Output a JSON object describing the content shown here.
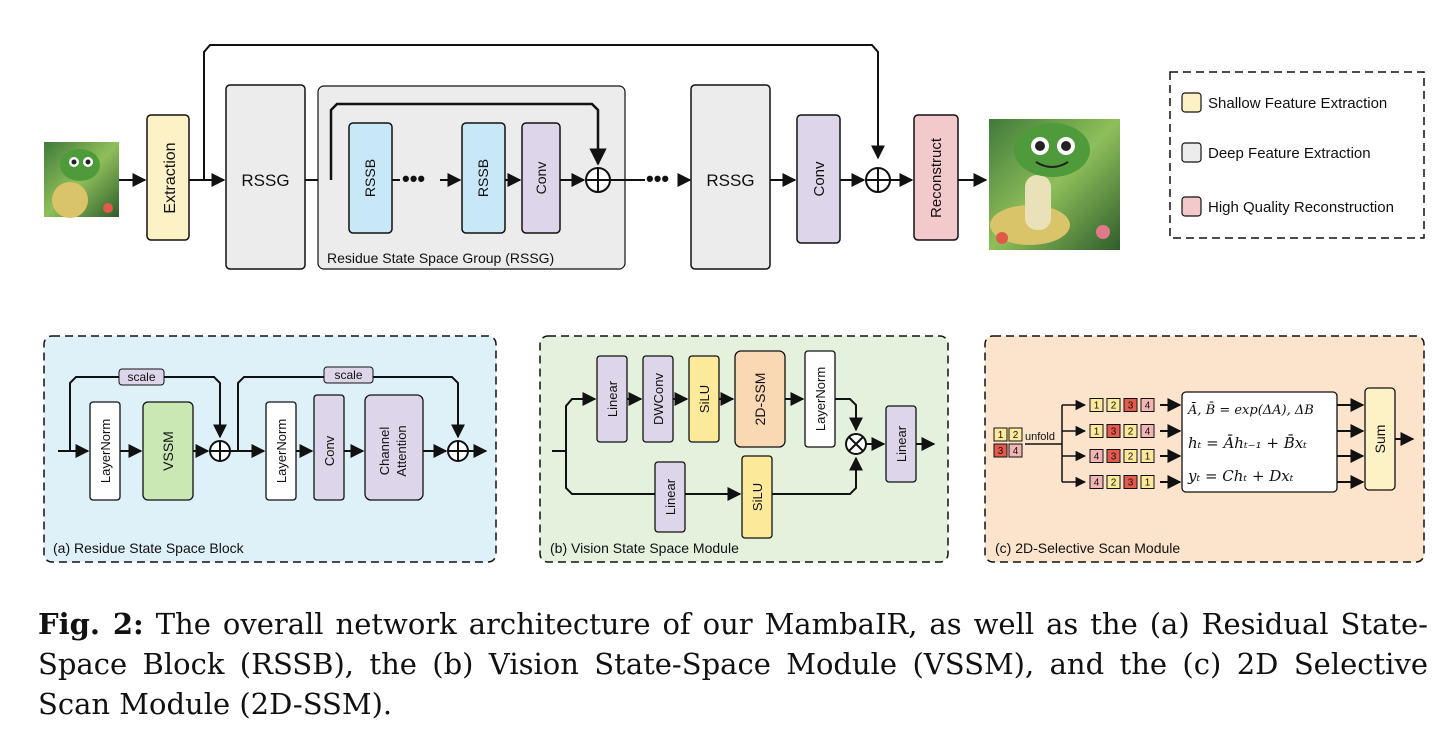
{
  "main": {
    "extraction": "Extraction",
    "rssg": "RSSG",
    "rssb": "RSSB",
    "conv": "Conv",
    "reconstruct": "Reconstruct",
    "group_label": "Residue State Space Group (RSSG)"
  },
  "legend": {
    "items": [
      {
        "label": "Shallow Feature Extraction",
        "color": "#fdf1c6"
      },
      {
        "label": "Deep Feature Extraction",
        "color": "#ececec"
      },
      {
        "label": "High Quality Reconstruction",
        "color": "#f3c9cb"
      }
    ]
  },
  "panel_a": {
    "title": "(a) Residue State Space Block",
    "scale": "scale",
    "layernorm": "LayerNorm",
    "vssm": "VSSM",
    "conv": "Conv",
    "channel": "Channel",
    "attention": "Attention"
  },
  "panel_b": {
    "title": "(b) Vision State Space Module",
    "linear": "Linear",
    "dwconv": "DWConv",
    "silu": "SiLU",
    "ssm": "2D-SSM",
    "layernorm": "LayerNorm"
  },
  "panel_c": {
    "title": "(c) 2D-Selective Scan Module",
    "unfold": "unfold",
    "sum": "Sum",
    "eq1": "Ā, B̄ = exp(ΔA), ΔB",
    "eq2": "hₜ = Āhₜ₋₁ + B̄xₜ",
    "eq3": "yₜ = Chₜ + Dxₜ",
    "grid_digits": [
      "1",
      "2",
      "3",
      "4"
    ],
    "sequences": [
      [
        "1",
        "2",
        "3",
        "4"
      ],
      [
        "1",
        "3",
        "2",
        "4"
      ],
      [
        "4",
        "3",
        "2",
        "1"
      ],
      [
        "4",
        "2",
        "3",
        "1"
      ]
    ]
  },
  "caption": {
    "bold": "Fig. 2:",
    "text": " The overall network architecture of our MambaIR, as well as the (a) Residual State-Space Block (RSSB), the (b) Vision State-Space Module (VSSM), and the (c) 2D Selective Scan Module (2D-SSM)."
  },
  "colors": {
    "shallow": "#fdf1c6",
    "deep": "#ececec",
    "reconstruct": "#f3c9cb",
    "rssb": "#c9e8f7",
    "conv": "#ddd6ea",
    "vssm": "#c9e8b4",
    "silu": "#fde99a",
    "ssm": "#fad8b3",
    "panel_a": "#dff1f8",
    "panel_b": "#e3f1dd",
    "panel_c": "#fbe3cc"
  }
}
